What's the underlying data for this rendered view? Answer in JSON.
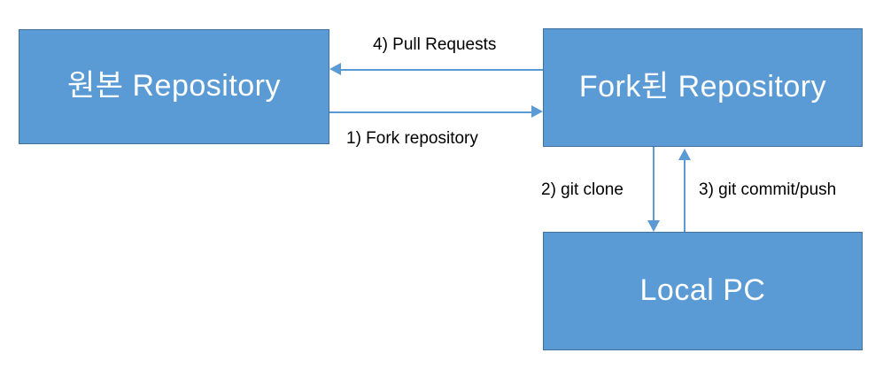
{
  "diagram": {
    "title": "GitHub fork workflow diagram",
    "colors": {
      "node_fill": "#5B9BD5",
      "node_border": "#41719C",
      "connector": "#5B9BD5",
      "node_text": "#FFFFFF",
      "label_text": "#000000",
      "background": "#FFFFFF"
    },
    "nodes": [
      {
        "id": "origin",
        "label": "원본 Repository"
      },
      {
        "id": "fork",
        "label": "Fork된 Repository"
      },
      {
        "id": "local",
        "label": "Local PC"
      }
    ],
    "edges": [
      {
        "id": "pull",
        "label": "4) Pull Requests",
        "from": "fork",
        "to": "origin",
        "direction": "left"
      },
      {
        "id": "fork",
        "label": "1) Fork repository",
        "from": "origin",
        "to": "fork",
        "direction": "right"
      },
      {
        "id": "clone",
        "label": "2) git clone",
        "from": "fork",
        "to": "local",
        "direction": "down"
      },
      {
        "id": "push",
        "label": "3) git commit/push",
        "from": "local",
        "to": "fork",
        "direction": "up"
      }
    ]
  }
}
